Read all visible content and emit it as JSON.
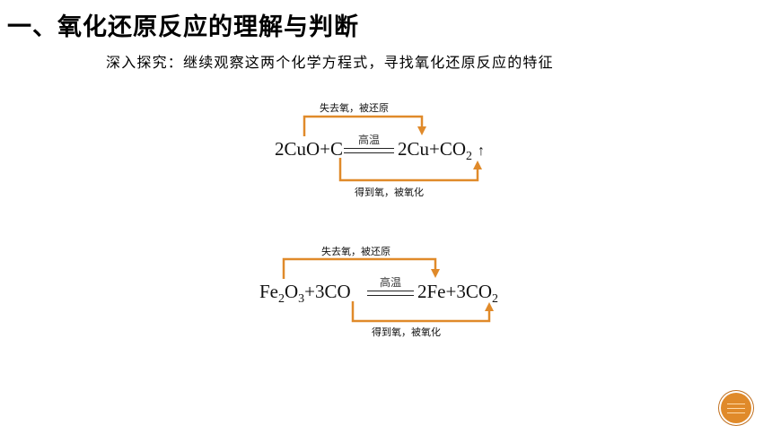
{
  "slide": {
    "title": "一、氧化还原反应的理解与判断",
    "subtitle": "深入探究：继续观察这两个化学方程式，寻找氧化还原反应的特征"
  },
  "equation1": {
    "left": "2CuO+C",
    "condition": "高温",
    "right_main": "2Cu+CO",
    "right_sub": "2",
    "gas_mark": "↑",
    "top_label": "失去氧，被还原",
    "bottom_label": "得到氧，被氧化"
  },
  "equation2": {
    "fe": "Fe",
    "sub1": "2",
    "o": "O",
    "sub2": "3",
    "rest_left": "+3CO",
    "condition": "高温",
    "right_main": "2Fe+3CO",
    "right_sub": "2",
    "top_label": "失去氧，被还原",
    "bottom_label": "得到氧，被氧化"
  },
  "colors": {
    "arrow": "#e08a2a",
    "badge": "#e08a2a"
  }
}
